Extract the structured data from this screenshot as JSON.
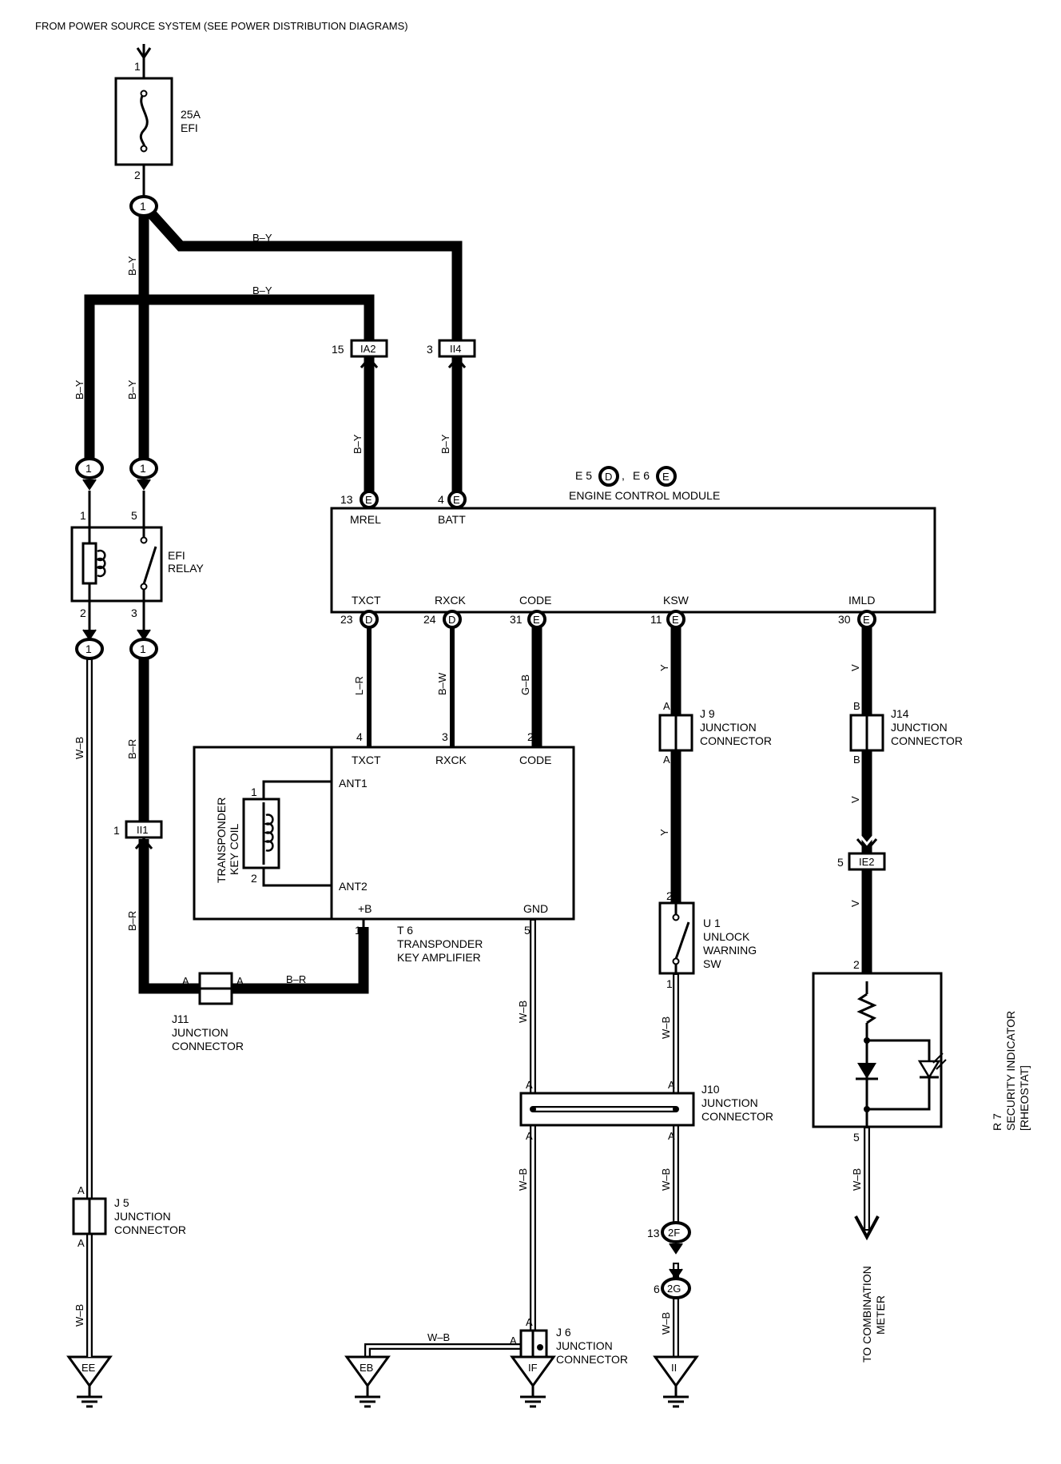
{
  "header": {
    "source_text": "FROM POWER SOURCE SYSTEM  (SEE POWER DISTRIBUTION DIAGRAMS)"
  },
  "fuse": {
    "rating": "25A",
    "name": "EFI",
    "pin_in": "1",
    "pin_out": "2"
  },
  "wires": {
    "by": "B–Y",
    "br": "B–R",
    "wb": "W–B",
    "lr": "L–R",
    "bw": "B–W",
    "gb": "G–B",
    "y": "Y",
    "v": "V"
  },
  "connectors": {
    "one": "1",
    "ia2": {
      "name": "IA2",
      "pin": "15"
    },
    "ii4": {
      "name": "II4",
      "pin": "3"
    },
    "ii1": {
      "name": "II1",
      "pin": "1"
    },
    "ie2": {
      "name": "IE2",
      "pin": "5"
    },
    "f2": {
      "name": "2F",
      "pin": "13"
    },
    "g2": {
      "name": "2G",
      "pin": "6"
    }
  },
  "relay": {
    "name1": "EFI",
    "name2": "RELAY",
    "pins": [
      "1",
      "5",
      "2",
      "3"
    ]
  },
  "ecm": {
    "title": "ENGINE CONTROL MODULE",
    "conn_ref": {
      "e5": "E 5",
      "d": "D",
      "sep": ",",
      "e6": "E 6",
      "e": "E"
    },
    "top_pins": [
      {
        "num": "13",
        "conn": "E",
        "label": "MREL"
      },
      {
        "num": "4",
        "conn": "E",
        "label": "BATT"
      }
    ],
    "bottom_pins": [
      {
        "num": "23",
        "conn": "D",
        "label": "TXCT"
      },
      {
        "num": "24",
        "conn": "D",
        "label": "RXCK"
      },
      {
        "num": "31",
        "conn": "E",
        "label": "CODE"
      },
      {
        "num": "11",
        "conn": "E",
        "label": "KSW"
      },
      {
        "num": "30",
        "conn": "E",
        "label": "IMLD"
      }
    ]
  },
  "amplifier": {
    "id": "T 6",
    "name1": "TRANSPONDER",
    "name2": "KEY AMPLIFIER",
    "top_pins": [
      {
        "num": "4",
        "label": "TXCT"
      },
      {
        "num": "3",
        "label": "RXCK"
      },
      {
        "num": "2",
        "label": "CODE"
      }
    ],
    "ant1": "ANT1",
    "ant2": "ANT2",
    "b_plus": "+B",
    "gnd": "GND",
    "pin_b": "1",
    "pin_gnd": "5",
    "coil_label1": "TRANSPONDER",
    "coil_label2": "KEY COIL",
    "coil_pin1": "1",
    "coil_pin2": "2"
  },
  "junctions": {
    "j9": {
      "id": "J 9",
      "l1": "JUNCTION",
      "l2": "CONNECTOR",
      "a": "A"
    },
    "j14": {
      "id": "J14",
      "l1": "JUNCTION",
      "l2": "CONNECTOR",
      "b": "B"
    },
    "j11": {
      "id": "J11",
      "l1": "JUNCTION",
      "l2": "CONNECTOR",
      "a": "A"
    },
    "j10": {
      "id": "J10",
      "l1": "JUNCTION",
      "l2": "CONNECTOR",
      "a": "A"
    },
    "j5": {
      "id": "J 5",
      "l1": "JUNCTION",
      "l2": "CONNECTOR",
      "a": "A"
    },
    "j6": {
      "id": "J 6",
      "l1": "JUNCTION",
      "l2": "CONNECTOR",
      "a": "A"
    }
  },
  "unlock_sw": {
    "id": "U 1",
    "l1": "UNLOCK",
    "l2": "WARNING",
    "l3": "SW",
    "pin_top": "2",
    "pin_bot": "1"
  },
  "security": {
    "id": "R 7",
    "l1": "SECURITY INDICATOR",
    "l2": "[RHEOSTAT]",
    "pin_top": "2",
    "pin_bot": "5"
  },
  "meter": {
    "l1": "TO COMBINATION",
    "l2": "METER"
  },
  "grounds": [
    "EE",
    "EB",
    "IF",
    "II"
  ]
}
